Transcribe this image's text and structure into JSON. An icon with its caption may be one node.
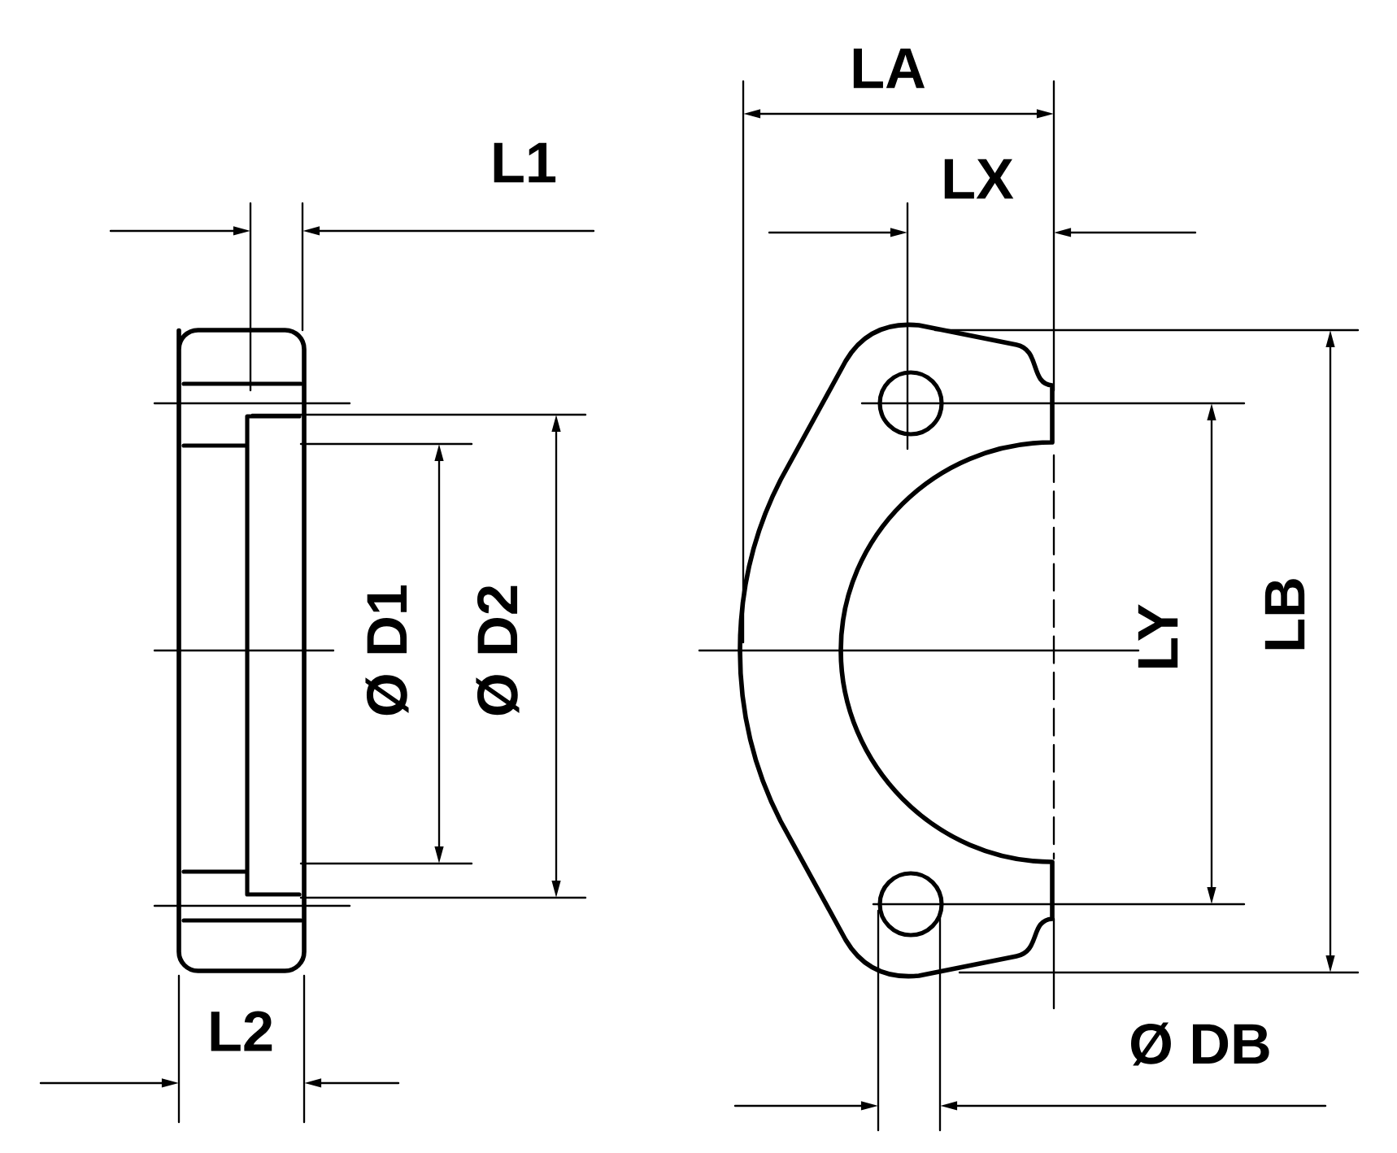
{
  "diagram": {
    "labels": [
      "LA",
      "L1",
      "LX",
      "Ø D1",
      "Ø D2",
      "LY",
      "LB",
      "L2",
      "Ø DB"
    ]
  }
}
